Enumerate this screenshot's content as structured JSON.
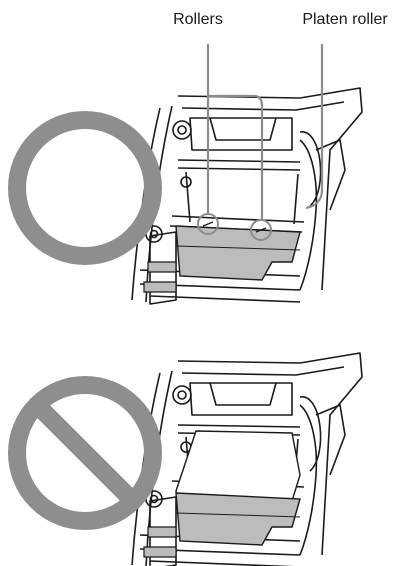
{
  "labels": {
    "rollers": "Rollers",
    "platen_roller": "Platen roller"
  },
  "colors": {
    "line": "#1a1a1a",
    "callout": "#8c8c8c",
    "sign": "#8e8e8e",
    "paper": "#bcbcbc",
    "body": "#ffffff"
  },
  "panels": [
    {
      "name": "incorrect-panel",
      "sign": "circle-icon"
    },
    {
      "name": "prohibited-panel",
      "sign": "prohibited-icon"
    }
  ]
}
